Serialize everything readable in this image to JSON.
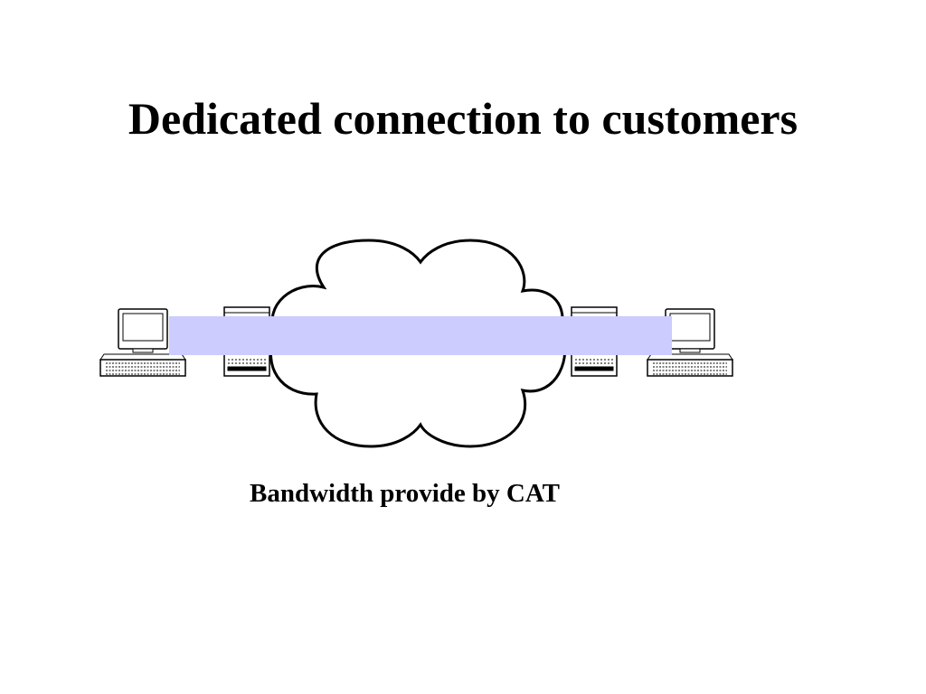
{
  "slide": {
    "title": "Dedicated connection to customers",
    "caption": "Bandwidth provide by CAT"
  },
  "diagram": {
    "nodes": [
      {
        "id": "left-computer",
        "icon": "desktop-computer-icon"
      },
      {
        "id": "left-switch",
        "icon": "network-switch-icon"
      },
      {
        "id": "network-cloud",
        "icon": "cloud-icon"
      },
      {
        "id": "right-switch",
        "icon": "network-switch-icon"
      },
      {
        "id": "right-computer",
        "icon": "desktop-computer-icon"
      }
    ],
    "link": {
      "type": "dedicated-bandwidth-pipe",
      "color": "#ccccff"
    },
    "colors": {
      "outline": "#000000",
      "background": "#ffffff"
    }
  }
}
